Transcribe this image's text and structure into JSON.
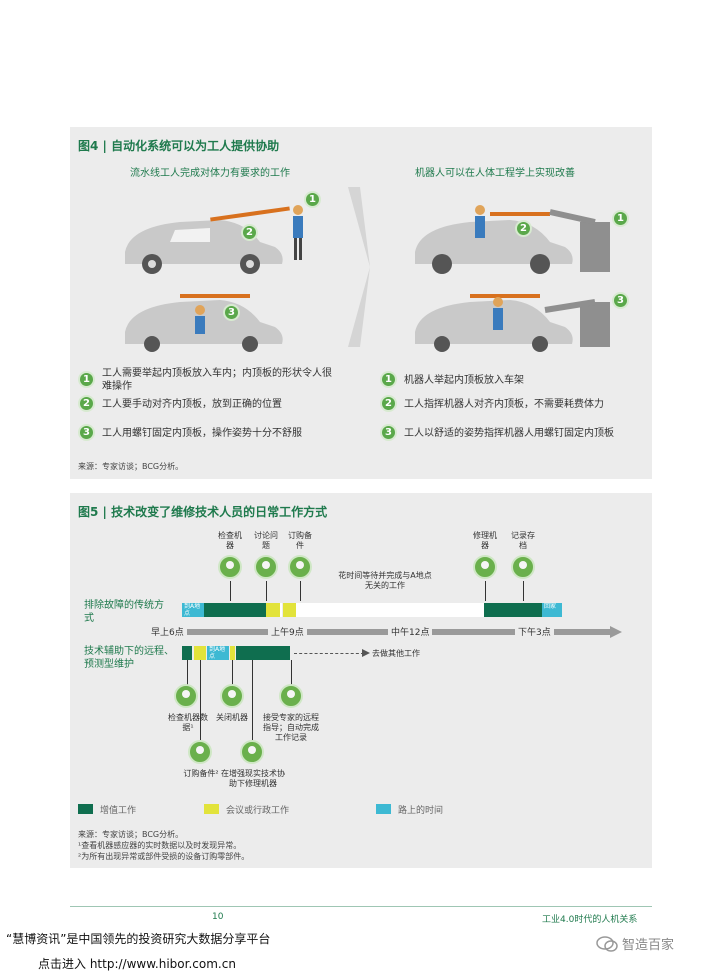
{
  "fig4": {
    "title": "图4 | 自动化系统可以为工人提供协助",
    "left_sub": "流水线工人完成对体力有要求的工作",
    "right_sub": "机器人可以在人体工程学上实现改善",
    "left_items": [
      {
        "n": "1",
        "text": "工人需要举起内顶板放入车内；内顶板的形状令人很难操作"
      },
      {
        "n": "2",
        "text": "工人要手动对齐内顶板，放到正确的位置"
      },
      {
        "n": "3",
        "text": "工人用螺钉固定内顶板，操作姿势十分不舒服"
      }
    ],
    "right_items": [
      {
        "n": "1",
        "text": "机器人举起内顶板放入车架"
      },
      {
        "n": "2",
        "text": "工人指挥机器人对齐内顶板，不需要耗费体力"
      },
      {
        "n": "3",
        "text": "工人以舒适的姿势指挥机器人用螺钉固定内顶板"
      }
    ],
    "source": "来源：专家访谈；BCG分析。"
  },
  "fig5": {
    "title": "图5 | 技术改变了维修技术人员的日常工作方式",
    "row1_label": "排除故障的传统方式",
    "row2_label": "技术辅助下的远程、预测型维护",
    "top_icons": [
      "检查机器",
      "讨论问题",
      "订购备件",
      "修理机器",
      "记录存档"
    ],
    "wait_text": "花时间等待并完成与A地点无关的工作",
    "tag_to_a": "到A地点",
    "tag_return": "回家",
    "tag_to_a2": "到A地点",
    "times": [
      "早上6点",
      "上午9点",
      "中午12点",
      "下午3点"
    ],
    "other_work": "去做其他工作",
    "bottom_icons": [
      "检查机器数据¹",
      "关闭机器",
      "接受专家的远程指导；自动完成工作记录",
      "订购备件²",
      "在增强现实技术协助下修理机器"
    ],
    "legend": [
      "增值工作",
      "会议或行政工作",
      "路上的时间"
    ],
    "notes": [
      "来源：专家访谈；BCG分析。",
      "¹查看机器感应器的实时数据以及时发现异常。",
      "²为所有出现异常或部件受损的设备订购零部件。"
    ]
  },
  "footer": {
    "page": "10",
    "right": "工业4.0时代的人机关系",
    "brand": "“慧博资讯”是中国领先的投资研究大数据分享平台",
    "link": "点击进入 http://www.hibor.com.cn",
    "wechat": "智造百家"
  },
  "colors": {
    "green": "#0f6e4f",
    "yellow": "#e2e33b",
    "blue": "#3db9d3",
    "accent": "#5aa84a"
  }
}
